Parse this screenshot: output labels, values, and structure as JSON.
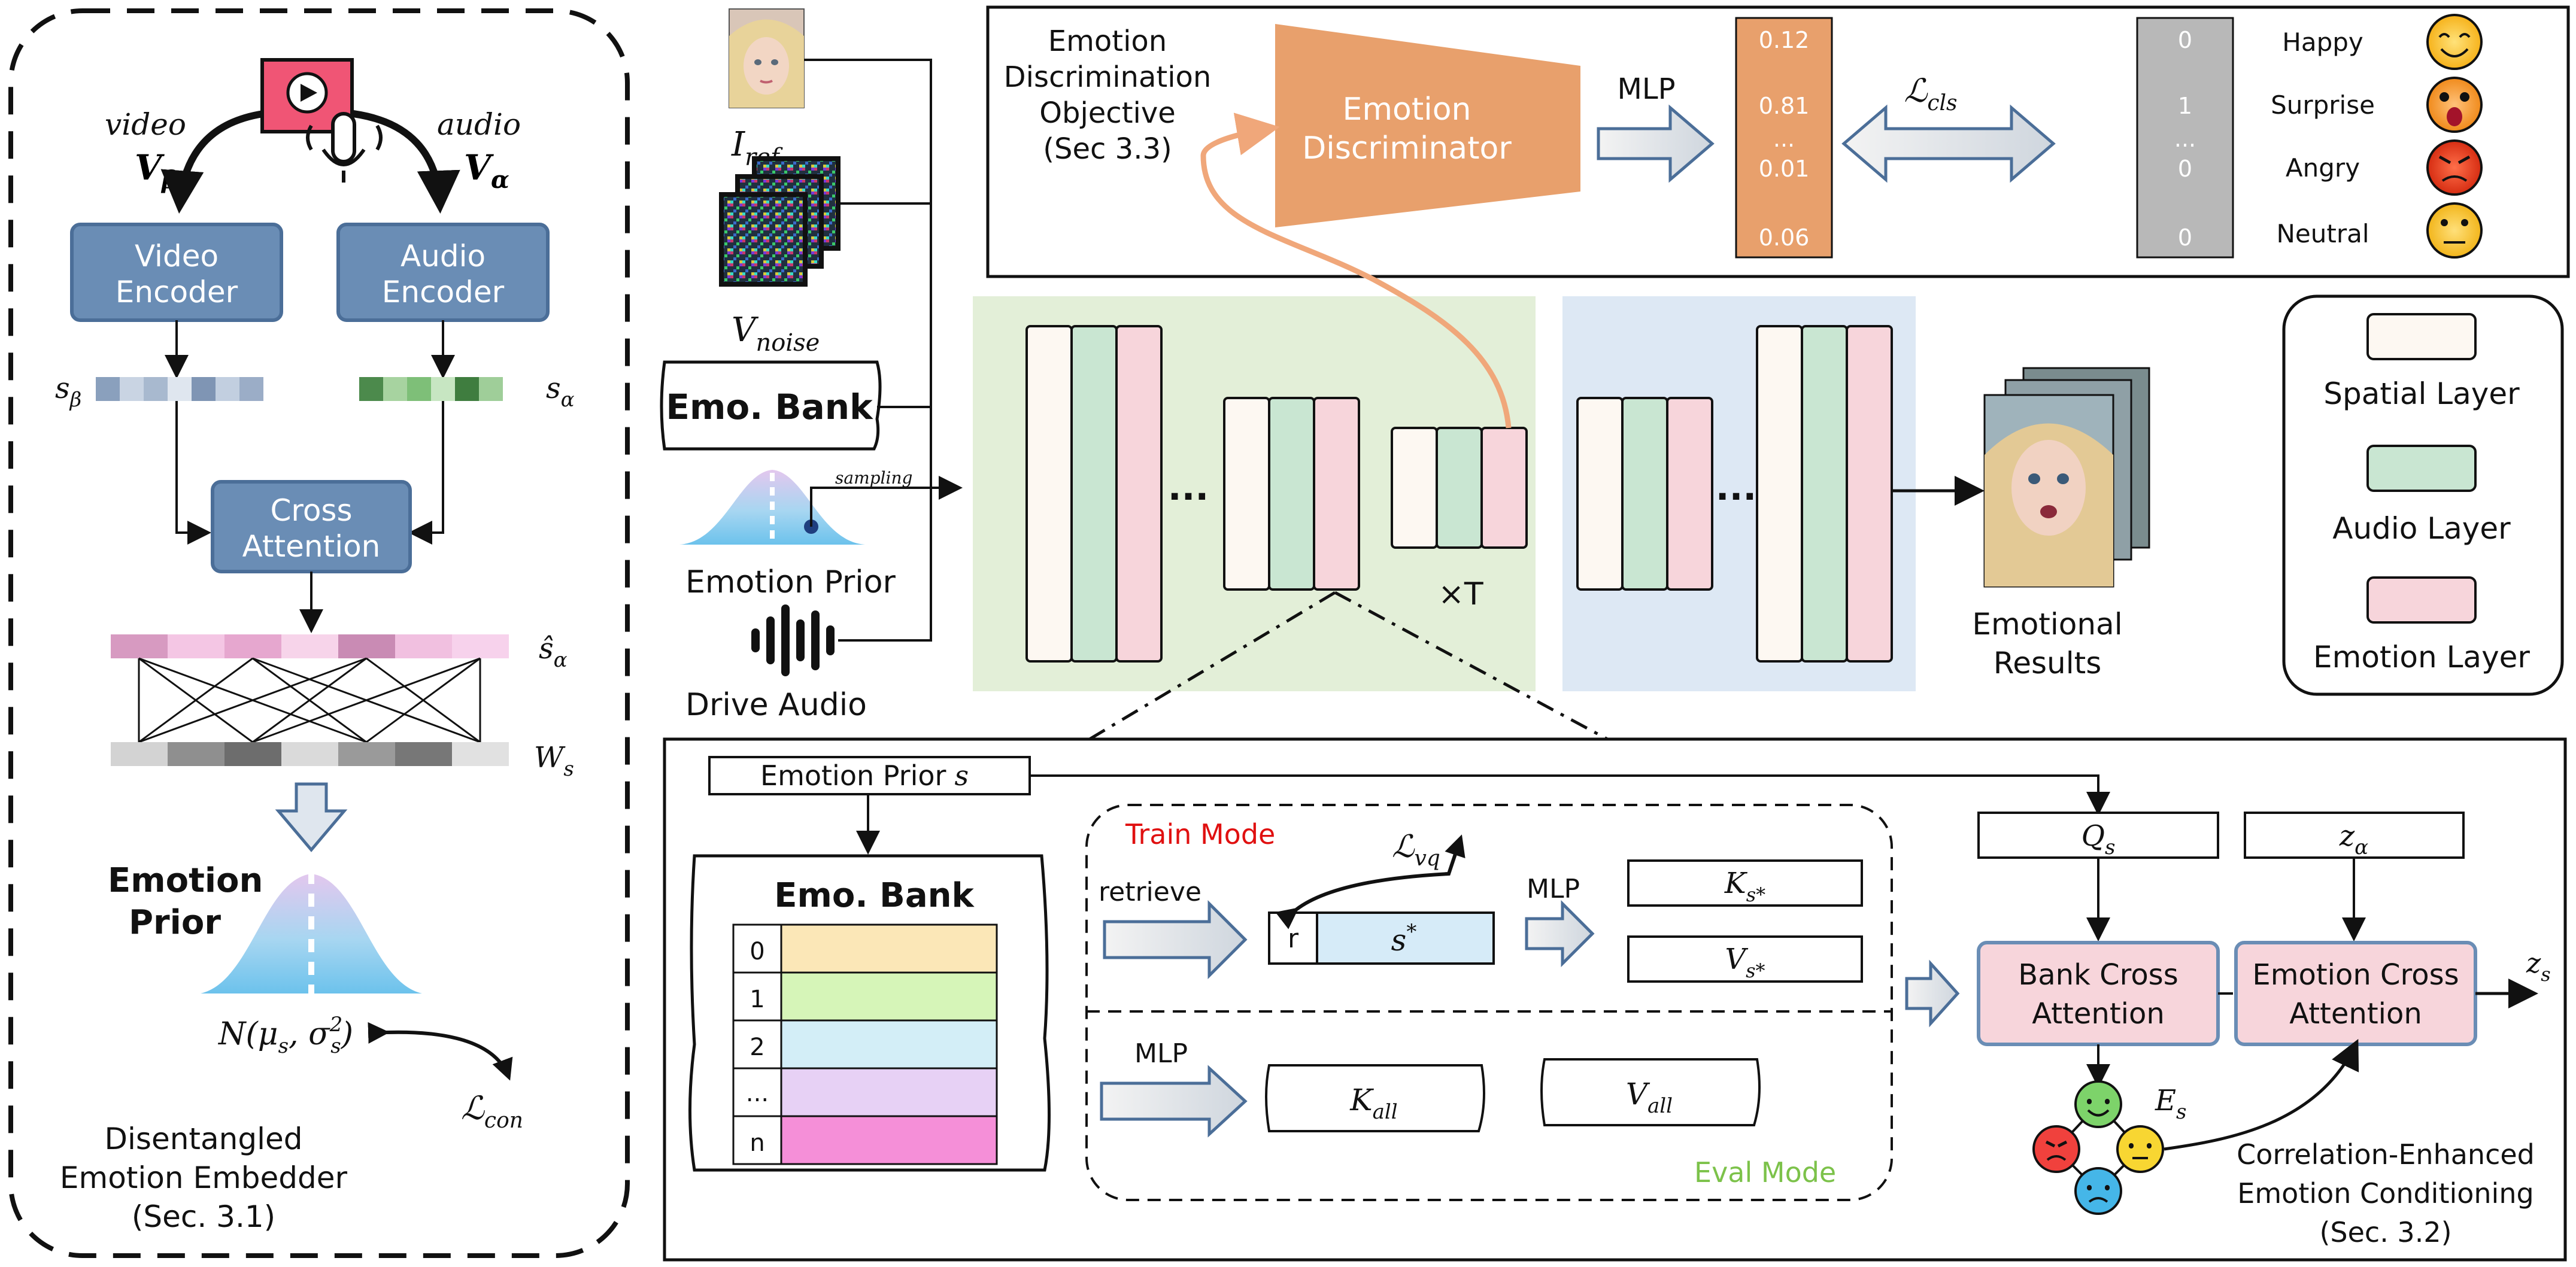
{
  "colors": {
    "encoder_blue": "#6a8db5",
    "discriminator_orange": "#e8a06c",
    "emotion_pink": "#f7d5db",
    "audio_green": "#c9e6d2",
    "spatial_cream": "#fdf8f2",
    "green_panel": "#e3efd8",
    "blue_panel": "#dde8f4",
    "train_red": "#e01010",
    "eval_green": "#7cc24a"
  },
  "left_panel": {
    "video_label": "video",
    "video_symbol": "V",
    "video_sub": "β",
    "audio_label": "audio",
    "audio_symbol": "V",
    "audio_sub": "α",
    "video_encoder": [
      "Video",
      "Encoder"
    ],
    "audio_encoder": [
      "Audio",
      "Encoder"
    ],
    "s_beta": "s",
    "s_beta_sub": "β",
    "s_alpha": "s",
    "s_alpha_sub": "α",
    "cross_attention": [
      "Cross",
      "Attention"
    ],
    "s_hat": "ŝ",
    "s_hat_sub": "α",
    "w_s": "W",
    "w_s_sub": "s",
    "emotion_prior": [
      "Emotion",
      "Prior"
    ],
    "normal": "N(μ",
    "normal_sub1": "s",
    "normal_mid": ", σ",
    "normal_sup": "2",
    "normal_sub2": "s",
    "normal_end": ")",
    "l_con": "ℒ",
    "l_con_sub": "con",
    "caption": [
      "Disentangled",
      "Emotion Embedder",
      "(Sec. 3.1)"
    ]
  },
  "inputs": {
    "i_ref": "I",
    "i_ref_sub": "ref",
    "v_noise": "V",
    "v_noise_sub": "noise",
    "emo_bank": "Emo. Bank",
    "sampling": "sampling",
    "emotion_prior": "Emotion Prior",
    "drive_audio": "Drive Audio"
  },
  "top_panel": {
    "objective": [
      "Emotion",
      "Discrimination",
      "Objective",
      "(Sec 3.3)"
    ],
    "discriminator": [
      "Emotion",
      "Discriminator"
    ],
    "mlp": "MLP",
    "l_cls": "ℒ",
    "l_cls_sub": "cls",
    "probs": [
      "0.12",
      "0.81",
      "...",
      "0.01",
      "0.06"
    ],
    "onehot": [
      "0",
      "1",
      "...",
      "0",
      "0"
    ],
    "emotions": [
      "Happy",
      "Surprise",
      "Angry",
      "Neutral"
    ]
  },
  "unet": {
    "dots": "...",
    "times_t": "×T"
  },
  "legend": {
    "spatial": "Spatial Layer",
    "audio": "Audio Layer",
    "emotion": "Emotion Layer"
  },
  "results": {
    "label": [
      "Emotional",
      "Results"
    ]
  },
  "bottom_panel": {
    "emotion_prior": "Emotion Prior",
    "emotion_prior_var": "s",
    "emo_bank_title": "Emo. Bank",
    "bank_rows": [
      "0",
      "1",
      "2",
      "...",
      "n"
    ],
    "train_mode": "Train Mode",
    "eval_mode": "Eval Mode",
    "retrieve": "retrieve",
    "l_vq": "ℒ",
    "l_vq_sub": "vq",
    "r": "r",
    "s_star": "s",
    "s_star_sup": "*",
    "mlp1": "MLP",
    "mlp2": "MLP",
    "k_s": "K",
    "k_s_sub": "s*",
    "v_s": "V",
    "v_s_sub": "s*",
    "k_all": "K",
    "k_all_sub": "all",
    "v_all": "V",
    "v_all_sub": "all",
    "q_s": "Q",
    "q_s_sub": "s",
    "z_alpha": "z",
    "z_alpha_sub": "α",
    "z_s": "z",
    "z_s_sub": "s",
    "e_s": "E",
    "e_s_sub": "s",
    "bank_cross": [
      "Bank Cross",
      "Attention"
    ],
    "emotion_cross": [
      "Emotion Cross",
      "Attention"
    ],
    "caption": [
      "Correlation-Enhanced",
      "Emotion Conditioning",
      "(Sec. 3.2)"
    ]
  }
}
